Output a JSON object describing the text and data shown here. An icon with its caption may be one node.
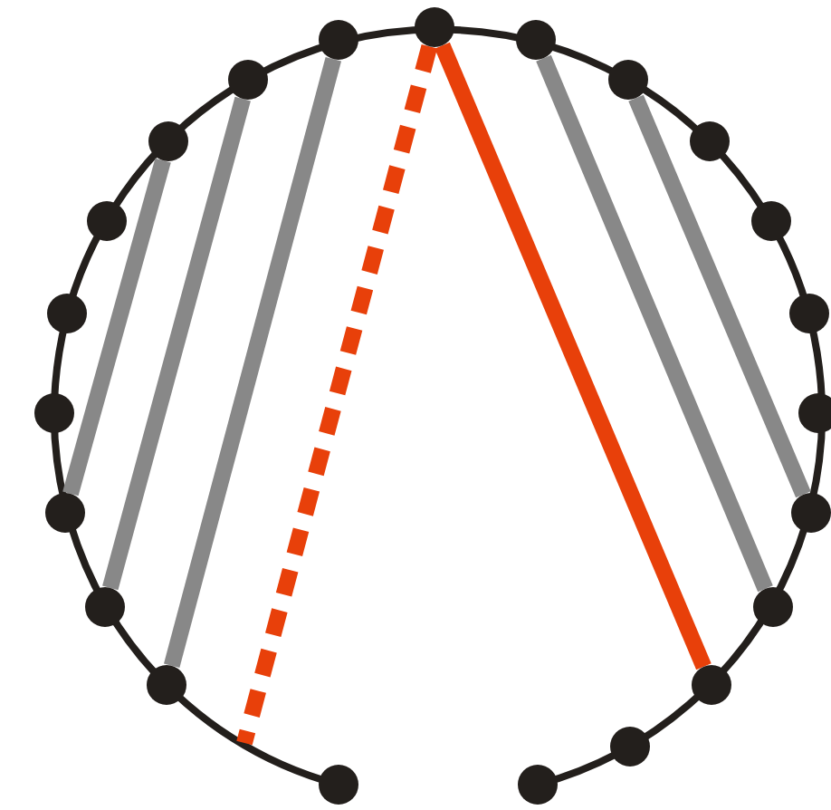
{
  "diagram": {
    "nodes": [
      {
        "text": [],
        "shape": "circle"
      },
      {
        "text": [],
        "shape": "circle"
      },
      {
        "text": [],
        "shape": "circle"
      },
      {
        "text": [],
        "shape": "circle"
      },
      {
        "text": [],
        "shape": "circle"
      },
      {
        "text": [],
        "shape": "circle"
      },
      {
        "text": [],
        "shape": "circle"
      },
      {
        "text": [],
        "shape": "circle"
      },
      {
        "text": [],
        "shape": "circle"
      },
      {
        "text": [],
        "shape": "circle"
      },
      {
        "text": [],
        "shape": "circle"
      },
      {
        "text": [],
        "shape": "circle"
      },
      {
        "text": [],
        "shape": "circle"
      },
      {
        "text": [],
        "shape": "circle"
      },
      {
        "text": [],
        "shape": "circle"
      },
      {
        "text": [],
        "shape": "circle"
      },
      {
        "text": [],
        "shape": "circle"
      },
      {
        "text": [],
        "shape": "circle"
      },
      {
        "text": [],
        "shape": "circle"
      },
      {
        "text": [],
        "shape": "circle"
      },
      {
        "text": [],
        "shape": "circle"
      },
      {
        "text": [],
        "shape": "circle"
      }
    ],
    "edges": [
      {
        "from": 13,
        "to": 5,
        "arrow": "none"
      },
      {
        "from": 15,
        "to": 3,
        "arrow": "none"
      },
      {
        "from": 17,
        "to": 1,
        "arrow": "none"
      },
      {
        "from": 2,
        "to": 16,
        "arrow": "none"
      },
      {
        "from": 4,
        "to": 14,
        "arrow": "none"
      },
      {
        "from": 0,
        "to": 18,
        "arrow": "none",
        "color": "#e8400a"
      },
      {
        "from": 0,
        "to": null,
        "arrow": "none",
        "style": "dashed",
        "color": "#e8400a"
      }
    ]
  }
}
